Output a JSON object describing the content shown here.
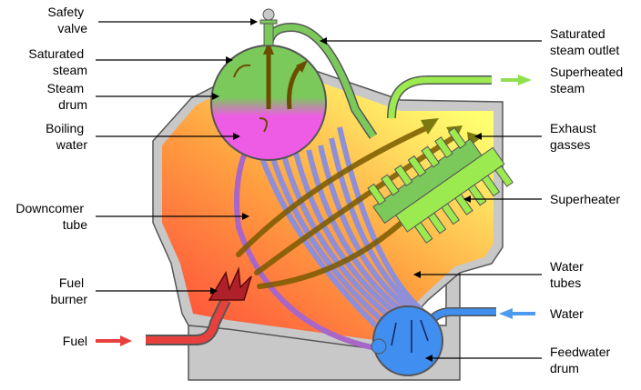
{
  "labels": {
    "safety_valve": [
      "Safety",
      "valve"
    ],
    "saturated_steam": [
      "Saturated",
      "steam"
    ],
    "steam_drum": [
      "Steam",
      "drum"
    ],
    "boiling_water": [
      "Boiling",
      "water"
    ],
    "downcomer_tube": [
      "Downcomer",
      "tube"
    ],
    "fuel_burner": [
      "Fuel",
      "burner"
    ],
    "fuel": [
      "Fuel"
    ],
    "saturated_steam_outlet": [
      "Saturated",
      "steam outlet"
    ],
    "superheated_steam": [
      "Superheated",
      "steam"
    ],
    "exhaust_gasses": [
      "Exhaust",
      "gasses"
    ],
    "superheater": [
      "Superheater"
    ],
    "water_tubes": [
      "Water",
      "tubes"
    ],
    "water": [
      "Water"
    ],
    "feedwater_drum": [
      "Feedwater",
      "drum"
    ]
  },
  "colors": {
    "casing": "#c8c8c8",
    "casing_edge": "#555555",
    "steam": "#7bc95b",
    "boiling": "#ee5ce6",
    "water_tube": "#8e8fd8",
    "feedwater": "#3f8ef0",
    "superheater": "#9bea4f",
    "flow_arrow": "#6b5a00",
    "exhaust_arrow": "#7a7a10",
    "fuel_arrow": "#e8403c",
    "water_arrow": "#4d9bef",
    "superheated_arrow": "#8fe04f",
    "leader": "#000000"
  }
}
